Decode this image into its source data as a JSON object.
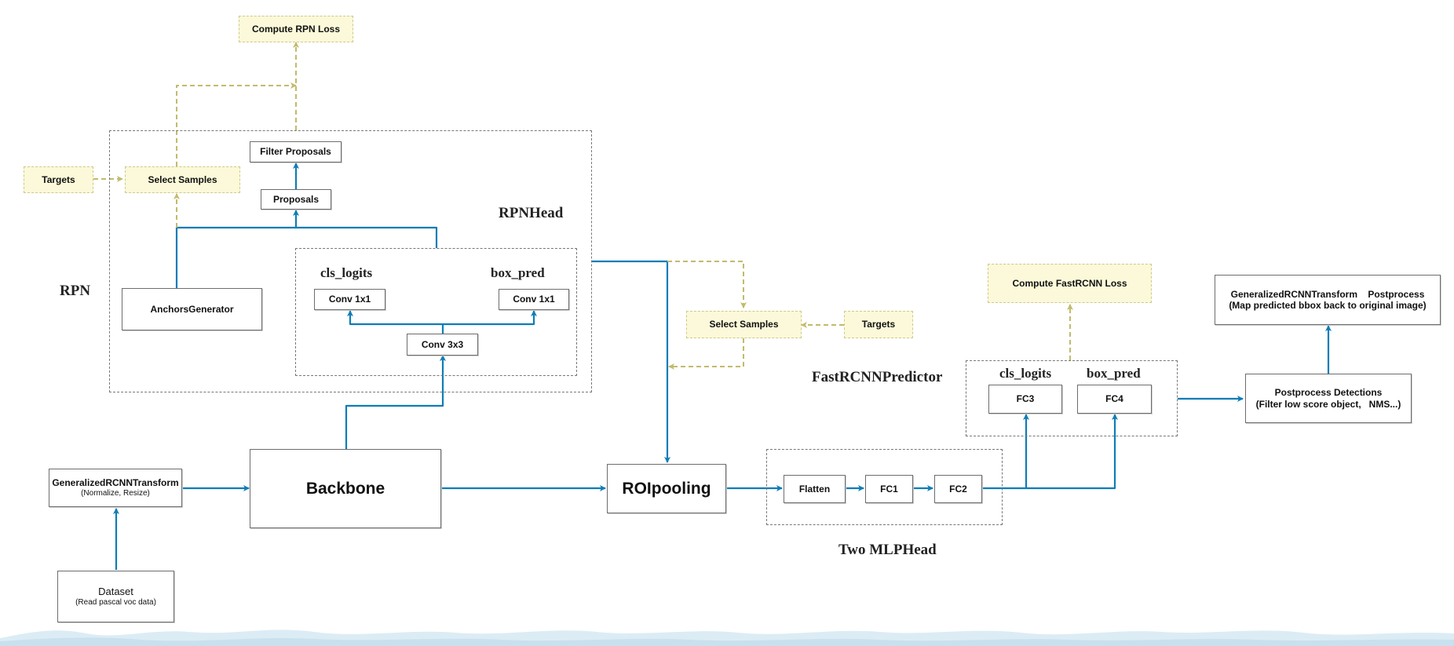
{
  "groups": {
    "rpn": "RPN",
    "rpn_head": "RPNHead",
    "fast_rcnn_predictor": "FastRCNNPredictor",
    "two_mlp_head": "Two MLPHead"
  },
  "labels": {
    "rpn_cls_logits": "cls_logits",
    "rpn_box_pred": "box_pred",
    "pred_cls_logits": "cls_logits",
    "pred_box_pred": "box_pred"
  },
  "nodes": {
    "compute_rpn_loss": "Compute RPN Loss",
    "targets_rpn": "Targets",
    "select_samples_rpn": "Select Samples",
    "filter_proposals": "Filter Proposals",
    "proposals": "Proposals",
    "anchors_generator": "AnchorsGenerator",
    "conv1x1_cls": "Conv 1x1",
    "conv1x1_box": "Conv 1x1",
    "conv3x3": "Conv 3x3",
    "select_samples_roi": "Select Samples",
    "targets_roi": "Targets",
    "compute_fastrcnn_loss": "Compute FastRCNN Loss",
    "fc3": "FC3",
    "fc4": "FC4",
    "transform_post_title": "GeneralizedRCNNTransform    Postprocess",
    "transform_post_sub": "(Map predicted bbox back to original image)",
    "postprocess_title": "Postprocess Detections",
    "postprocess_sub": "(Filter low score object,   NMS...)",
    "transform_title": "GeneralizedRCNNTransform",
    "transform_sub": "(Normalize, Resize)",
    "backbone": "Backbone",
    "roipooling": "ROIpooling",
    "flatten": "Flatten",
    "fc1": "FC1",
    "fc2": "FC2",
    "dataset_title": "Dataset",
    "dataset_sub": "(Read pascal voc data)"
  },
  "colors": {
    "flow": "#0f7cb6",
    "loss_flow": "#c2bb6c",
    "loss_box_fill": "#fbf9d9",
    "group_border": "#777777",
    "wave": "#dcecf5"
  }
}
